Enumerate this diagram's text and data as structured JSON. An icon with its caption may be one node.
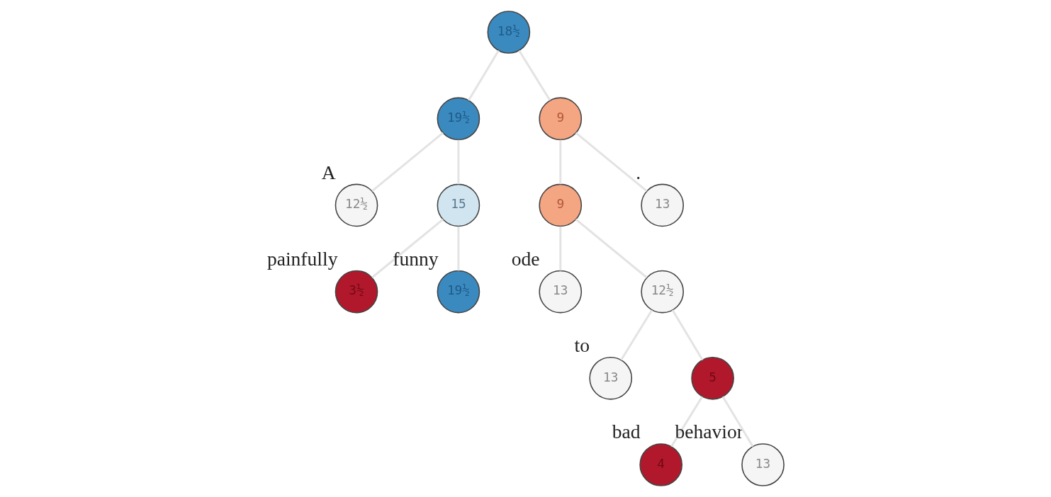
{
  "diagram": {
    "nodes": [
      {
        "text": [
          "18½"
        ]
      },
      {
        "text": [
          "19½"
        ]
      },
      {
        "text": [
          "9"
        ]
      },
      {
        "text": [
          "12½"
        ],
        "beside": [
          "A"
        ]
      },
      {
        "text": [
          "15"
        ]
      },
      {
        "text": [
          "9"
        ]
      },
      {
        "text": [
          "13"
        ],
        "beside": [
          "."
        ]
      },
      {
        "text": [
          "3½"
        ],
        "beside": [
          "painfully"
        ]
      },
      {
        "text": [
          "19½"
        ],
        "beside": [
          "funny"
        ]
      },
      {
        "text": [
          "13"
        ],
        "beside": [
          "ode"
        ]
      },
      {
        "text": [
          "12½"
        ]
      },
      {
        "text": [
          "13"
        ],
        "beside": [
          "to"
        ]
      },
      {
        "text": [
          "5"
        ]
      },
      {
        "text": [
          "4"
        ],
        "beside": [
          "bad"
        ]
      },
      {
        "text": [
          "13"
        ],
        "beside": [
          "behavior"
        ]
      }
    ],
    "edges": [
      {
        "from": 0,
        "to": 1,
        "arrow": "none"
      },
      {
        "from": 0,
        "to": 2,
        "arrow": "none"
      },
      {
        "from": 1,
        "to": 3,
        "arrow": "none"
      },
      {
        "from": 1,
        "to": 4,
        "arrow": "none"
      },
      {
        "from": 2,
        "to": 5,
        "arrow": "none"
      },
      {
        "from": 2,
        "to": 6,
        "arrow": "none"
      },
      {
        "from": 4,
        "to": 7,
        "arrow": "none"
      },
      {
        "from": 4,
        "to": 8,
        "arrow": "none"
      },
      {
        "from": 5,
        "to": 9,
        "arrow": "none"
      },
      {
        "from": 5,
        "to": 10,
        "arrow": "none"
      },
      {
        "from": 10,
        "to": 11,
        "arrow": "none"
      },
      {
        "from": 10,
        "to": 12,
        "arrow": "none"
      },
      {
        "from": 12,
        "to": 13,
        "arrow": "none"
      },
      {
        "from": 12,
        "to": 14,
        "arrow": "none"
      }
    ]
  }
}
